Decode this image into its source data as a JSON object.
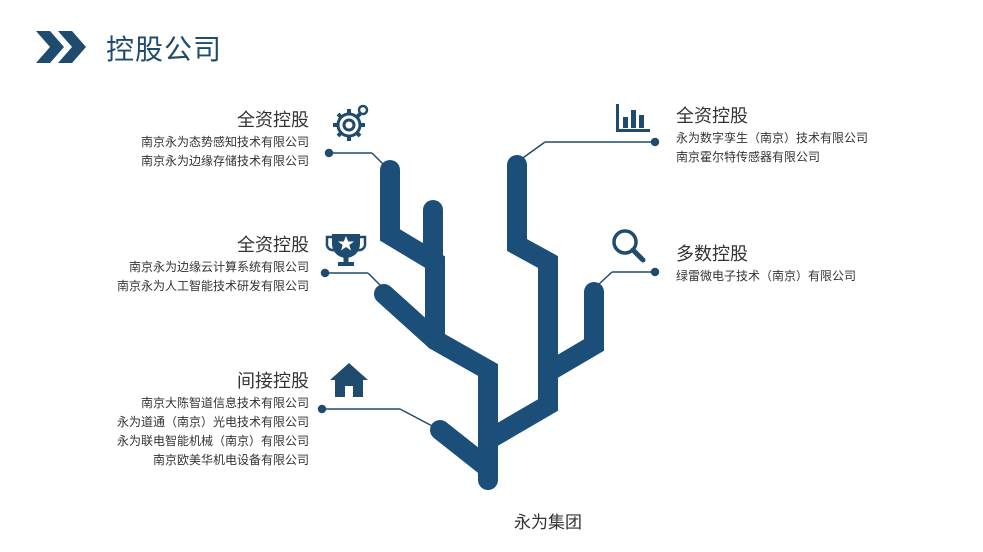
{
  "page": {
    "title": "控股公司"
  },
  "root": {
    "label": "永为集团"
  },
  "colors": {
    "primary": "#1f4b6e",
    "branch": "#1b4f79",
    "accent": "#e8363b",
    "text": "#333333"
  },
  "groups": [
    {
      "id": "left-top",
      "heading": "全资控股",
      "icon": "gear-icon",
      "companies": [
        "南京永为态势感知技术有限公司",
        "南京永为边缘存储技术有限公司"
      ]
    },
    {
      "id": "left-mid",
      "heading": "全资控股",
      "icon": "trophy-icon",
      "companies": [
        "南京永为边缘云计算系统有限公司",
        "南京永为人工智能技术研发有限公司"
      ]
    },
    {
      "id": "left-bottom",
      "heading": "间接控股",
      "icon": "house-icon",
      "companies": [
        "南京大陈智道信息技术有限公司",
        "永为道通（南京）光电技术有限公司",
        "永为联电智能机械（南京）有限公司",
        "南京欧美华机电设备有限公司"
      ]
    },
    {
      "id": "right-top",
      "heading": "全资控股",
      "icon": "bar-chart-icon",
      "companies": [
        "永为数字孪生（南京）技术有限公司",
        "南京霍尔特传感器有限公司"
      ]
    },
    {
      "id": "right-mid",
      "heading": "多数控股",
      "icon": "magnifier-icon",
      "companies": [
        "绿雷微电子技术（南京）有限公司"
      ]
    }
  ]
}
